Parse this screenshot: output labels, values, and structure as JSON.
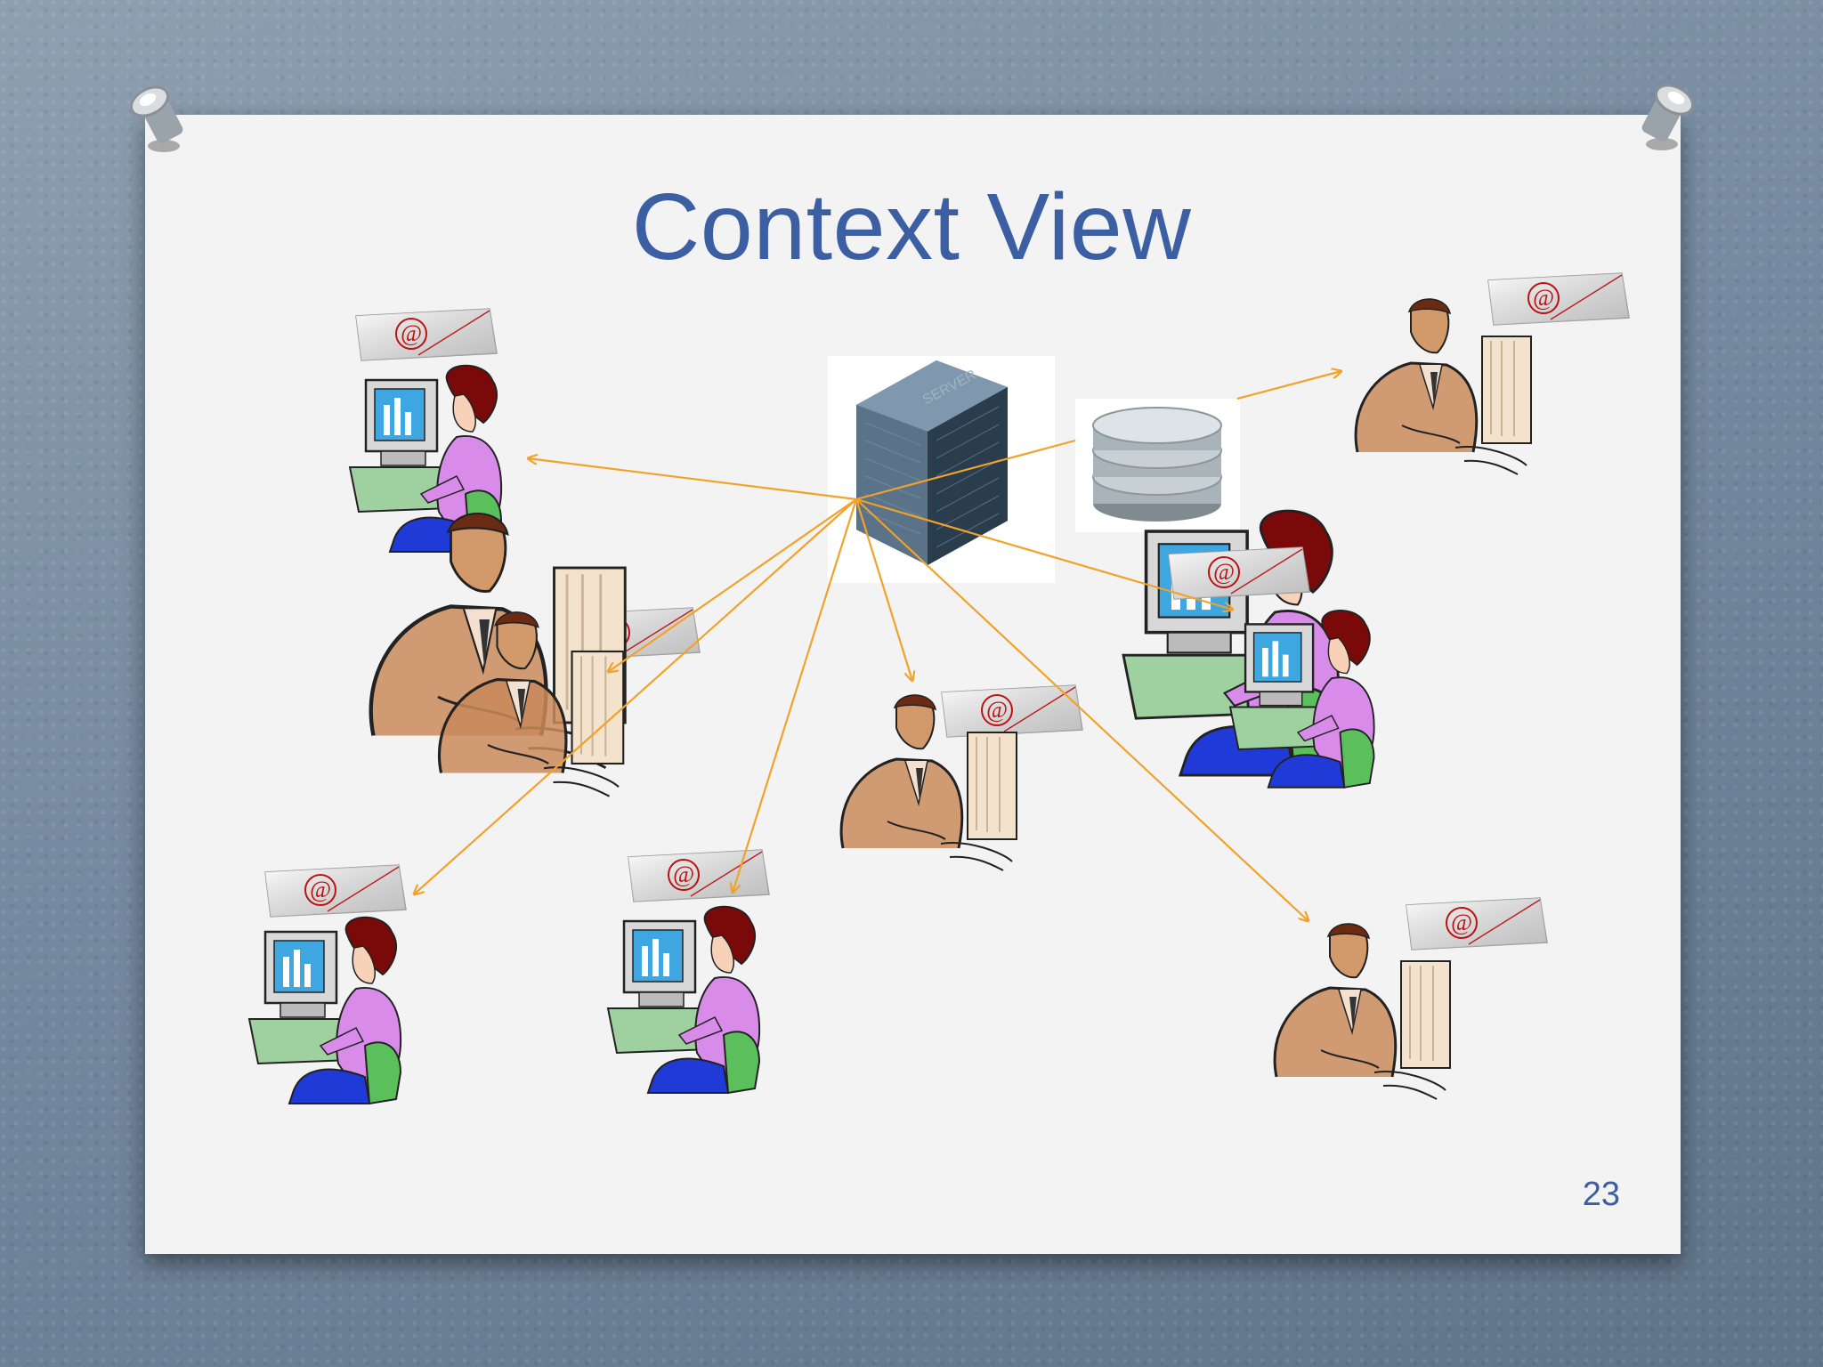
{
  "slide": {
    "title": "Context View",
    "page_number": "23"
  },
  "nodes": {
    "server": {
      "label_on_box": "SERVER",
      "icon": "server-icon"
    },
    "database": {
      "icon": "database-icon"
    },
    "users": [
      {
        "icon": "woman-at-computer-icon",
        "email_icon": "email-envelope-icon"
      },
      {
        "icon": "man-at-computer-icon",
        "email_icon": "email-envelope-icon"
      },
      {
        "icon": "man-at-computer-icon",
        "email_icon": "email-envelope-icon"
      },
      {
        "icon": "woman-at-computer-icon",
        "email_icon": "email-envelope-icon"
      },
      {
        "icon": "woman-at-computer-icon",
        "email_icon": "email-envelope-icon"
      },
      {
        "icon": "man-at-computer-icon",
        "email_icon": "email-envelope-icon"
      },
      {
        "icon": "woman-at-computer-icon",
        "email_icon": "email-envelope-icon"
      },
      {
        "icon": "man-at-computer-icon",
        "email_icon": "email-envelope-icon"
      }
    ]
  },
  "colors": {
    "title": "#3c5ea3",
    "arrow": "#f0a22a",
    "slide_bg": "#f3f3f4"
  }
}
